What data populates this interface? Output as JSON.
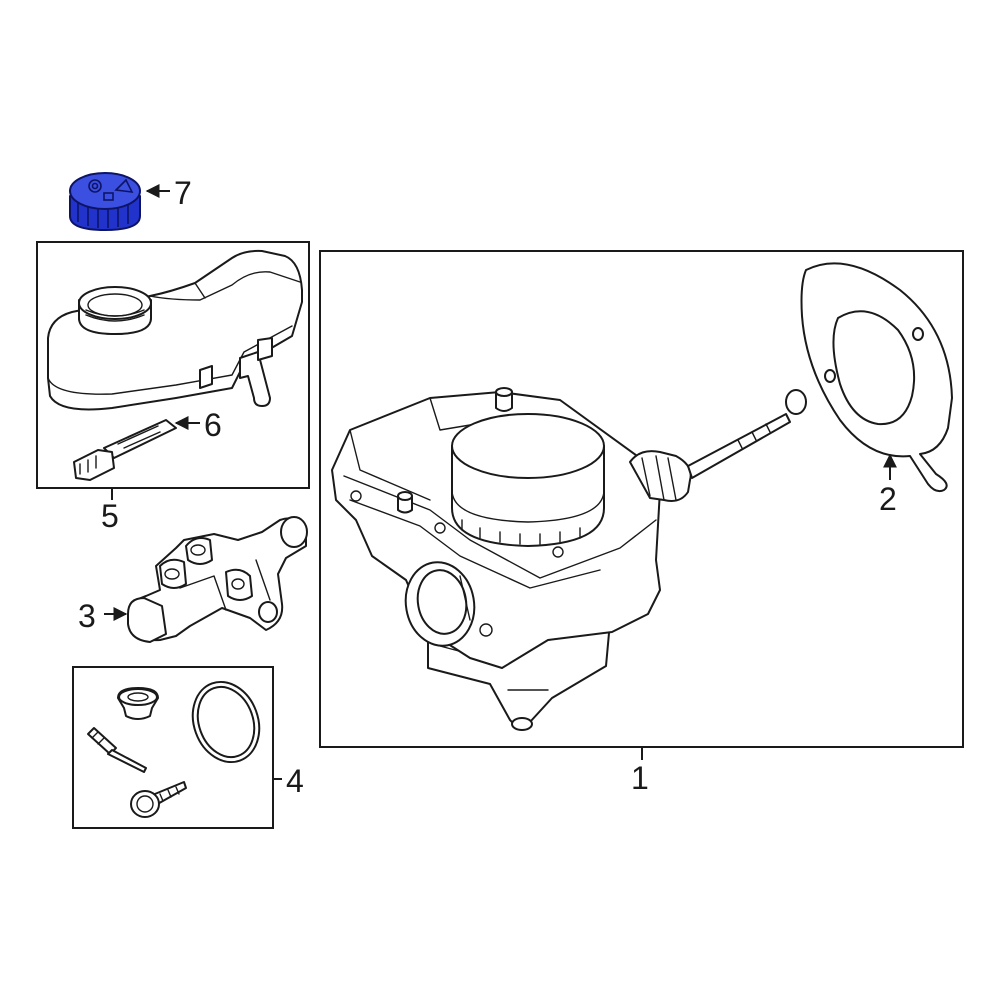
{
  "callouts": {
    "c1": "1",
    "c2": "2",
    "c3": "3",
    "c4": "4",
    "c5": "5",
    "c6": "6",
    "c7": "7"
  },
  "colors": {
    "highlight": "#2233cc",
    "outline": "#1a1a1a",
    "background": "#ffffff"
  }
}
